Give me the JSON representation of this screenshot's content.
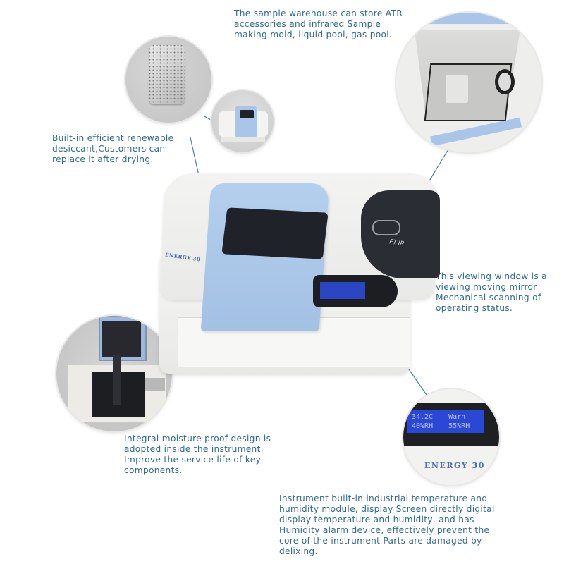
{
  "product": {
    "model_label": "ENERGY 30",
    "panel_label": "FT-IR"
  },
  "callouts": [
    {
      "id": "sample-warehouse",
      "text": "The sample warehouse can store ATR\naccessories and infrared Sample\nmaking mold, liquid pool, gas pool."
    },
    {
      "id": "desiccant",
      "text": "Built-in efficient renewable\ndesiccant,Customers can\nreplace it after drying."
    },
    {
      "id": "viewing-window",
      "text": "This viewing window is a\nviewing moving mirror\nMechanical scanning of\noperating status."
    },
    {
      "id": "moisture-proof",
      "text": "Integral moisture proof design is\nadopted inside the instrument.\nImprove the service life of key\ncomponents."
    },
    {
      "id": "humidity-module",
      "text": "Instrument built-in industrial temperature and\nhumidity module, display Screen directly digital\ndisplay temperature and humidity, and has\nHumidity alarm device, effectively prevent the\ncore of the instrument Parts are damaged by\ndelixing."
    }
  ],
  "lcd": {
    "temperature": "34.2C",
    "status": "Warn",
    "humidity": "40%RH",
    "threshold": "55%RH"
  },
  "colors": {
    "caption_text": "#2e6a8f",
    "leader_line": "#3a7aa3",
    "body_white": "#f1f1ef",
    "lid_blue": "#a9c6e8",
    "panel_dark": "#2a2d33",
    "lcd_blue": "#2b47d6"
  }
}
